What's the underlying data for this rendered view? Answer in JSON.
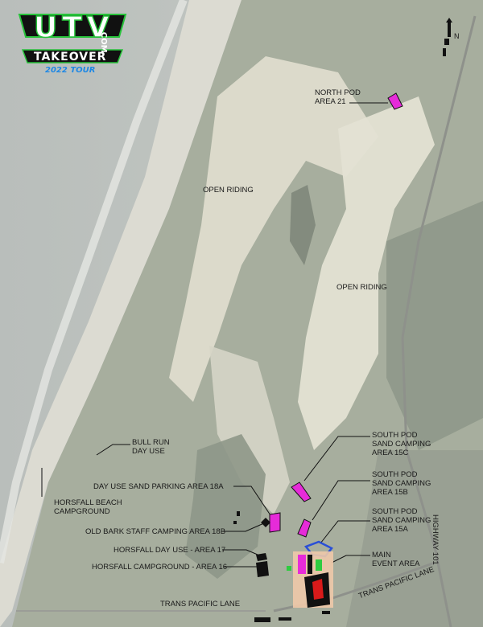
{
  "logo": {
    "big": "UTV",
    "word": "TAKEOVER",
    "dotcom": ".COM",
    "tour": "2022 TOUR"
  },
  "north_label": "N",
  "areas": {
    "north_pod": "NORTH POD\nAREA 21",
    "open_riding_1": "OPEN RIDING",
    "open_riding_2": "OPEN RIDING",
    "bull_run": "BULL RUN\nDAY USE",
    "horsfall_beach": "HORSFALL BEACH\nCAMPGROUND",
    "south_15c": "SOUTH POD\nSAND CAMPING\nAREA 15C",
    "south_15b": "SOUTH POD\nSAND CAMPING\nAREA 15B",
    "south_15a": "SOUTH POD\nSAND CAMPING\nAREA 15A",
    "main_event": "MAIN\nEVENT AREA",
    "day_use_18a": "DAY USE SAND PARKING AREA 18A",
    "old_bark_18b": "OLD BARK STAFF CAMPING AREA 18B",
    "horsfall_17": "HORSFALL DAY USE - AREA 17",
    "horsfall_16": "HORSFALL CAMPGROUND - AREA 16",
    "trans_pacific_1": "TRANS PACIFIC LANE",
    "trans_pacific_2": "TRANS PACIFIC LANE",
    "highway": "HIGHWAY 101"
  },
  "colors": {
    "highlight": "#e62bd9",
    "blue": "#2a4fd6",
    "green": "#2ecc40",
    "red": "#d91a1a",
    "logo_green": "#27c23a",
    "logo_blue": "#1e88e5"
  }
}
